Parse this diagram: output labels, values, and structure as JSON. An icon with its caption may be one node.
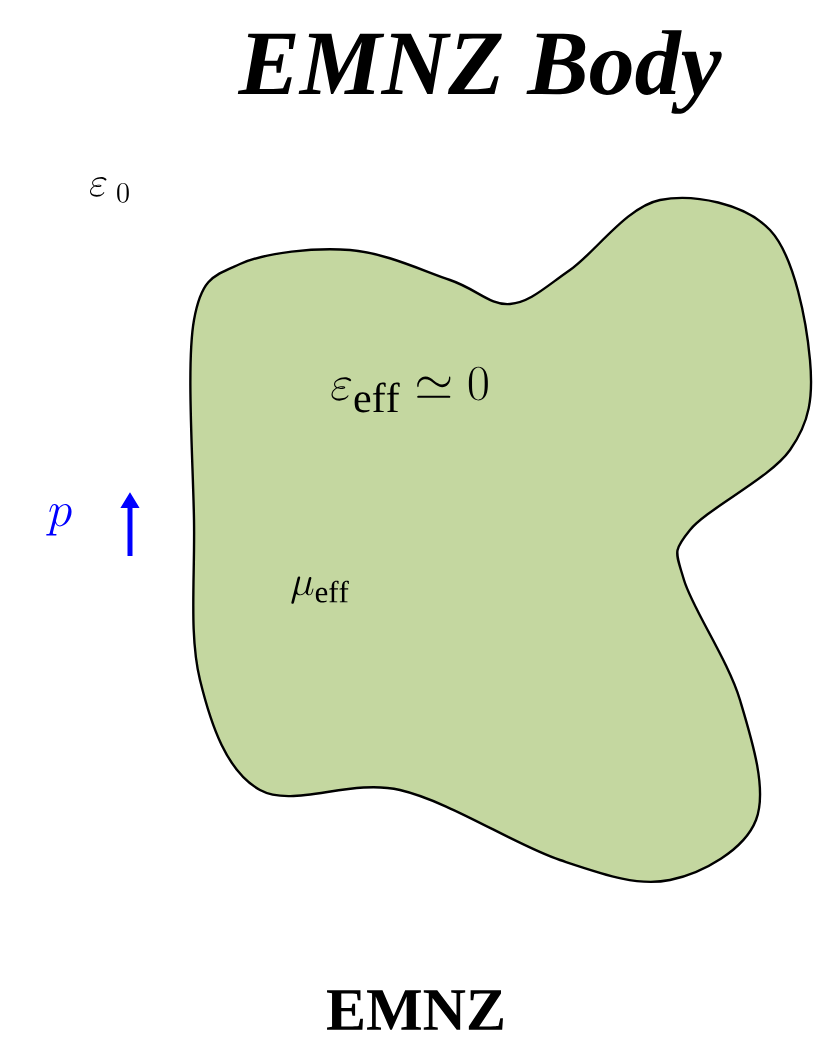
{
  "diagram": {
    "title": "EMNZ Body",
    "caption": "EMNZ",
    "nodes": [
      {
        "text": [
          "\\varepsilon_{\\mathrm{eff}} \\simeq 0",
          "\\mu_{\\mathrm{eff}}"
        ]
      }
    ],
    "labels": [
      "\\varepsilon_{\\;0}",
      "p"
    ]
  }
}
